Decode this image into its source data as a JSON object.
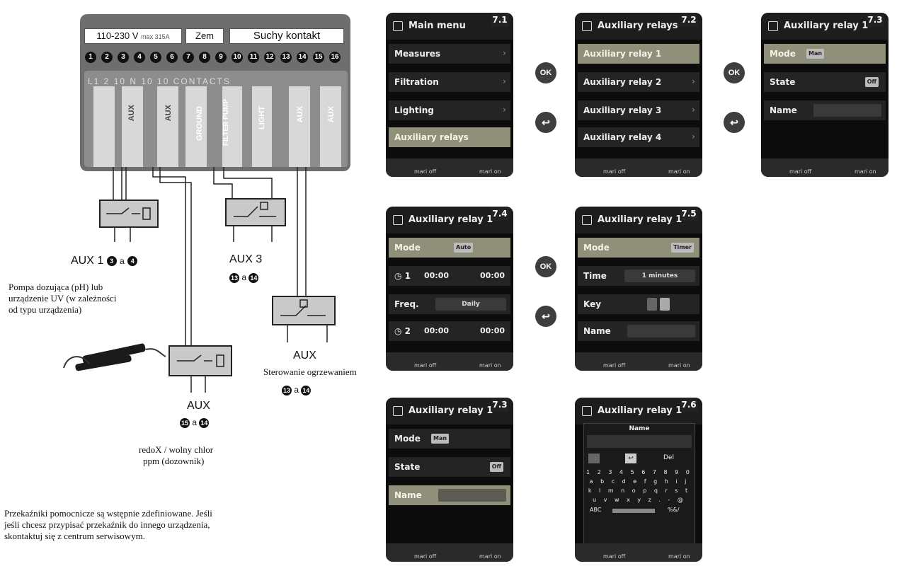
{
  "diagram": {
    "top_labels": {
      "voltage": "110-230 V",
      "voltage_small": "max 315A",
      "ground": "Zem",
      "dry_contact": "Suchy kontakt"
    },
    "terminal_numbers": [
      "1",
      "2",
      "3",
      "4",
      "5",
      "6",
      "7",
      "8",
      "9",
      "10",
      "11",
      "12",
      "13",
      "14",
      "15",
      "16"
    ],
    "header_strip": "L1 2 10 N 10 10 CONTACTS",
    "vertical_labels": [
      "AUX",
      "AUX",
      "GROUND",
      "FILTER PUMP",
      "LIGHT",
      "AUX",
      "AUX"
    ],
    "aux1": {
      "label": "AUX 1",
      "pin_a": "3",
      "conj": "a",
      "pin_b": "4"
    },
    "aux1_caption": [
      "Pompa dozująca (pH) lub",
      "urządzenie UV (w zależności",
      "od typu urządzenia)"
    ],
    "aux3": {
      "label": "AUX 3",
      "pin_a": "13",
      "conj": "a",
      "pin_b": "14"
    },
    "aux_heat": {
      "label": "AUX",
      "caption": "Sterowanie ogrzewaniem",
      "pin_a": "13",
      "conj": "a",
      "pin_b": "14"
    },
    "aux_redox": {
      "label": "AUX",
      "pin_a": "15",
      "conj": "a",
      "pin_b": "14",
      "caption": [
        "redoX / wolny chlor",
        "ppm (dozownik)"
      ]
    },
    "note": [
      "Przekaźniki pomocnicze są wstępnie zdefiniowane. Jeśli",
      "jeśli chcesz przypisać przekaźnik do innego urządzenia,",
      "skontaktuj się z centrum serwisowym."
    ]
  },
  "buttons": {
    "ok": "OK",
    "back": "↩"
  },
  "footer": {
    "left": "mari off",
    "right": "mari on"
  },
  "screens": {
    "s71": {
      "badge": "7.1",
      "title": "Main menu",
      "items": [
        "Measures",
        "Filtration",
        "Lighting",
        "Auxiliary relays"
      ]
    },
    "s72": {
      "badge": "7.2",
      "title": "Auxiliary relays",
      "items": [
        "Auxiliary relay 1",
        "Auxiliary relay 2",
        "Auxiliary relay 3",
        "Auxiliary relay 4"
      ]
    },
    "s73": {
      "badge": "7.3",
      "title": "Auxiliary relay 1",
      "mode_label": "Mode",
      "mode_value": "Man",
      "state_label": "State",
      "state_value": "Off",
      "name_label": "Name"
    },
    "s74": {
      "badge": "7.4",
      "title": "Auxiliary relay 1",
      "mode_label": "Mode",
      "mode_value": "Auto",
      "t1_num": "1",
      "t1_start": "00:00",
      "t1_end": "00:00",
      "freq_label": "Freq.",
      "freq_value": "Daily",
      "t2_num": "2",
      "t2_start": "00:00",
      "t2_end": "00:00"
    },
    "s75": {
      "badge": "7.5",
      "title": "Auxiliary relay 1",
      "mode_label": "Mode",
      "mode_value": "Timer",
      "time_label": "Time",
      "time_value": "1 minutes",
      "key_label": "Key",
      "name_label": "Name"
    },
    "s73b": {
      "badge": "7.3",
      "title": "Auxiliary relay 1",
      "mode_label": "Mode",
      "mode_value": "Man",
      "state_label": "State",
      "state_value": "Off",
      "name_label": "Name"
    },
    "s76": {
      "badge": "7.6",
      "title": "Auxiliary relay 1",
      "name_header": "Name",
      "del_label": "Del",
      "keys": [
        "1 2 3 4 5 6 7 8 9 0",
        "a b c d e f g h i j",
        "k l m n o p q r s t",
        "u v w x y z . - @"
      ],
      "bottom_left": "ABC",
      "bottom_right": "%&/"
    }
  }
}
